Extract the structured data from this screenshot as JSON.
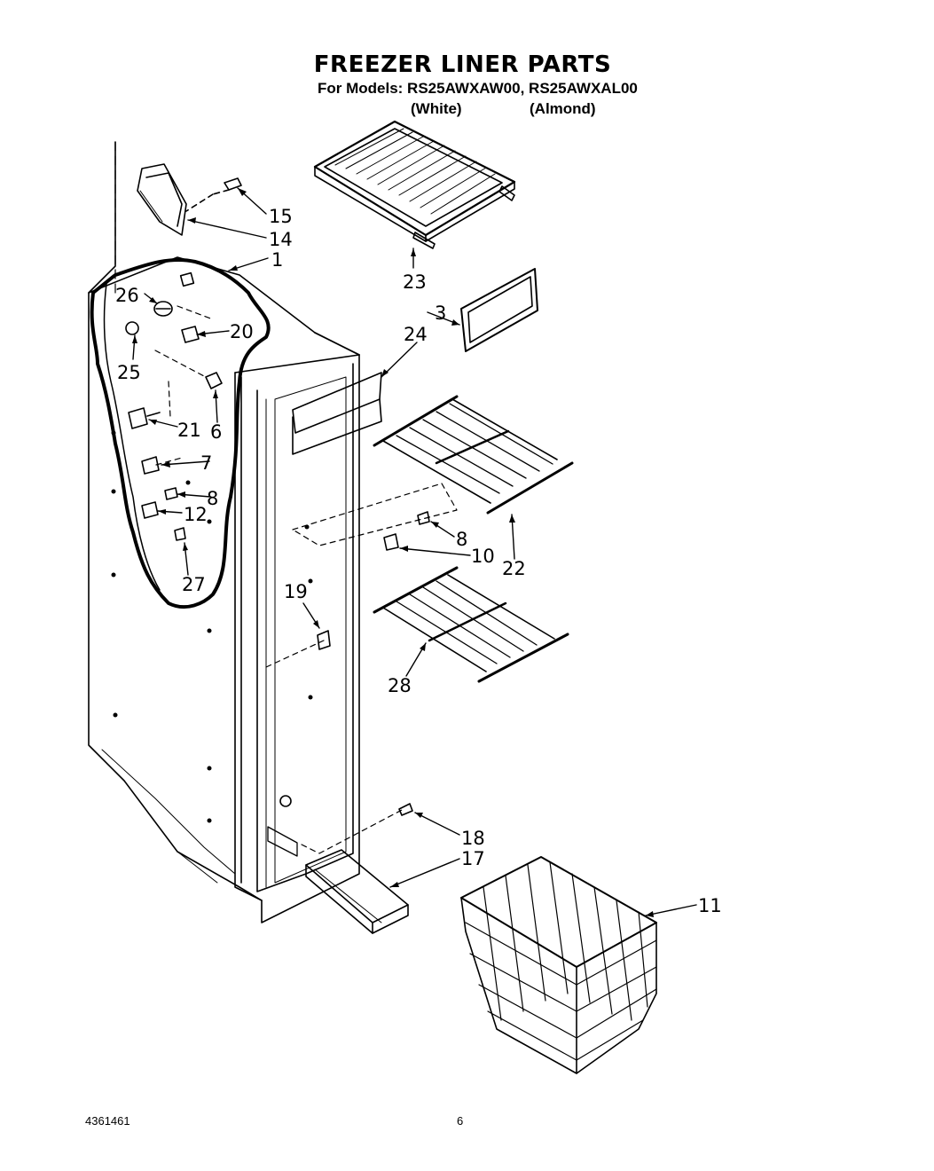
{
  "header": {
    "title": "FREEZER LINER PARTS",
    "models_line": "For Models: RS25AWXAW00, RS25AWXAL00",
    "variant_white": "(White)",
    "variant_almond": "(Almond)"
  },
  "callouts": {
    "c1": "1",
    "c3": "3",
    "c6": "6",
    "c7": "7",
    "c8a": "8",
    "c8b": "8",
    "c10": "10",
    "c11": "11",
    "c12": "12",
    "c14": "14",
    "c15": "15",
    "c17": "17",
    "c18": "18",
    "c19": "19",
    "c20": "20",
    "c21": "21",
    "c22": "22",
    "c23": "23",
    "c24": "24",
    "c25": "25",
    "c26": "26",
    "c27": "27",
    "c28": "28"
  },
  "footer": {
    "doc_number": "4361461",
    "page_number": "6"
  }
}
